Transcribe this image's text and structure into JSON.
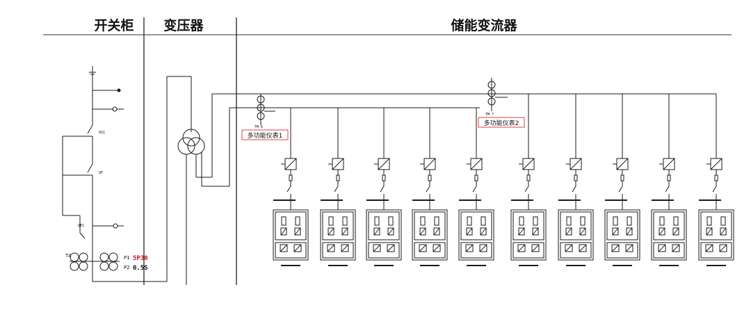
{
  "headers": {
    "switchgear": "开关柜",
    "transformer": "变压器",
    "pcs": "储能变流器"
  },
  "meters": {
    "meter1_tag": "TM-6",
    "meter1_label": "多功能仪表1",
    "meter2_tag": "TM-7",
    "meter2_label": "多功能仪表2"
  },
  "switchgear_labels": {
    "ct_p1": "P1",
    "ct_p2": "P2",
    "ct_p1_value": "5P30",
    "ct_p2_value": "0.5S",
    "ta": "TA",
    "qs1": "QS1",
    "qf": "QF",
    "qe1": "QE1"
  },
  "colors": {
    "line": "#1a1a1a",
    "meter_box": "#e04040",
    "highlight": "#d0101a"
  }
}
